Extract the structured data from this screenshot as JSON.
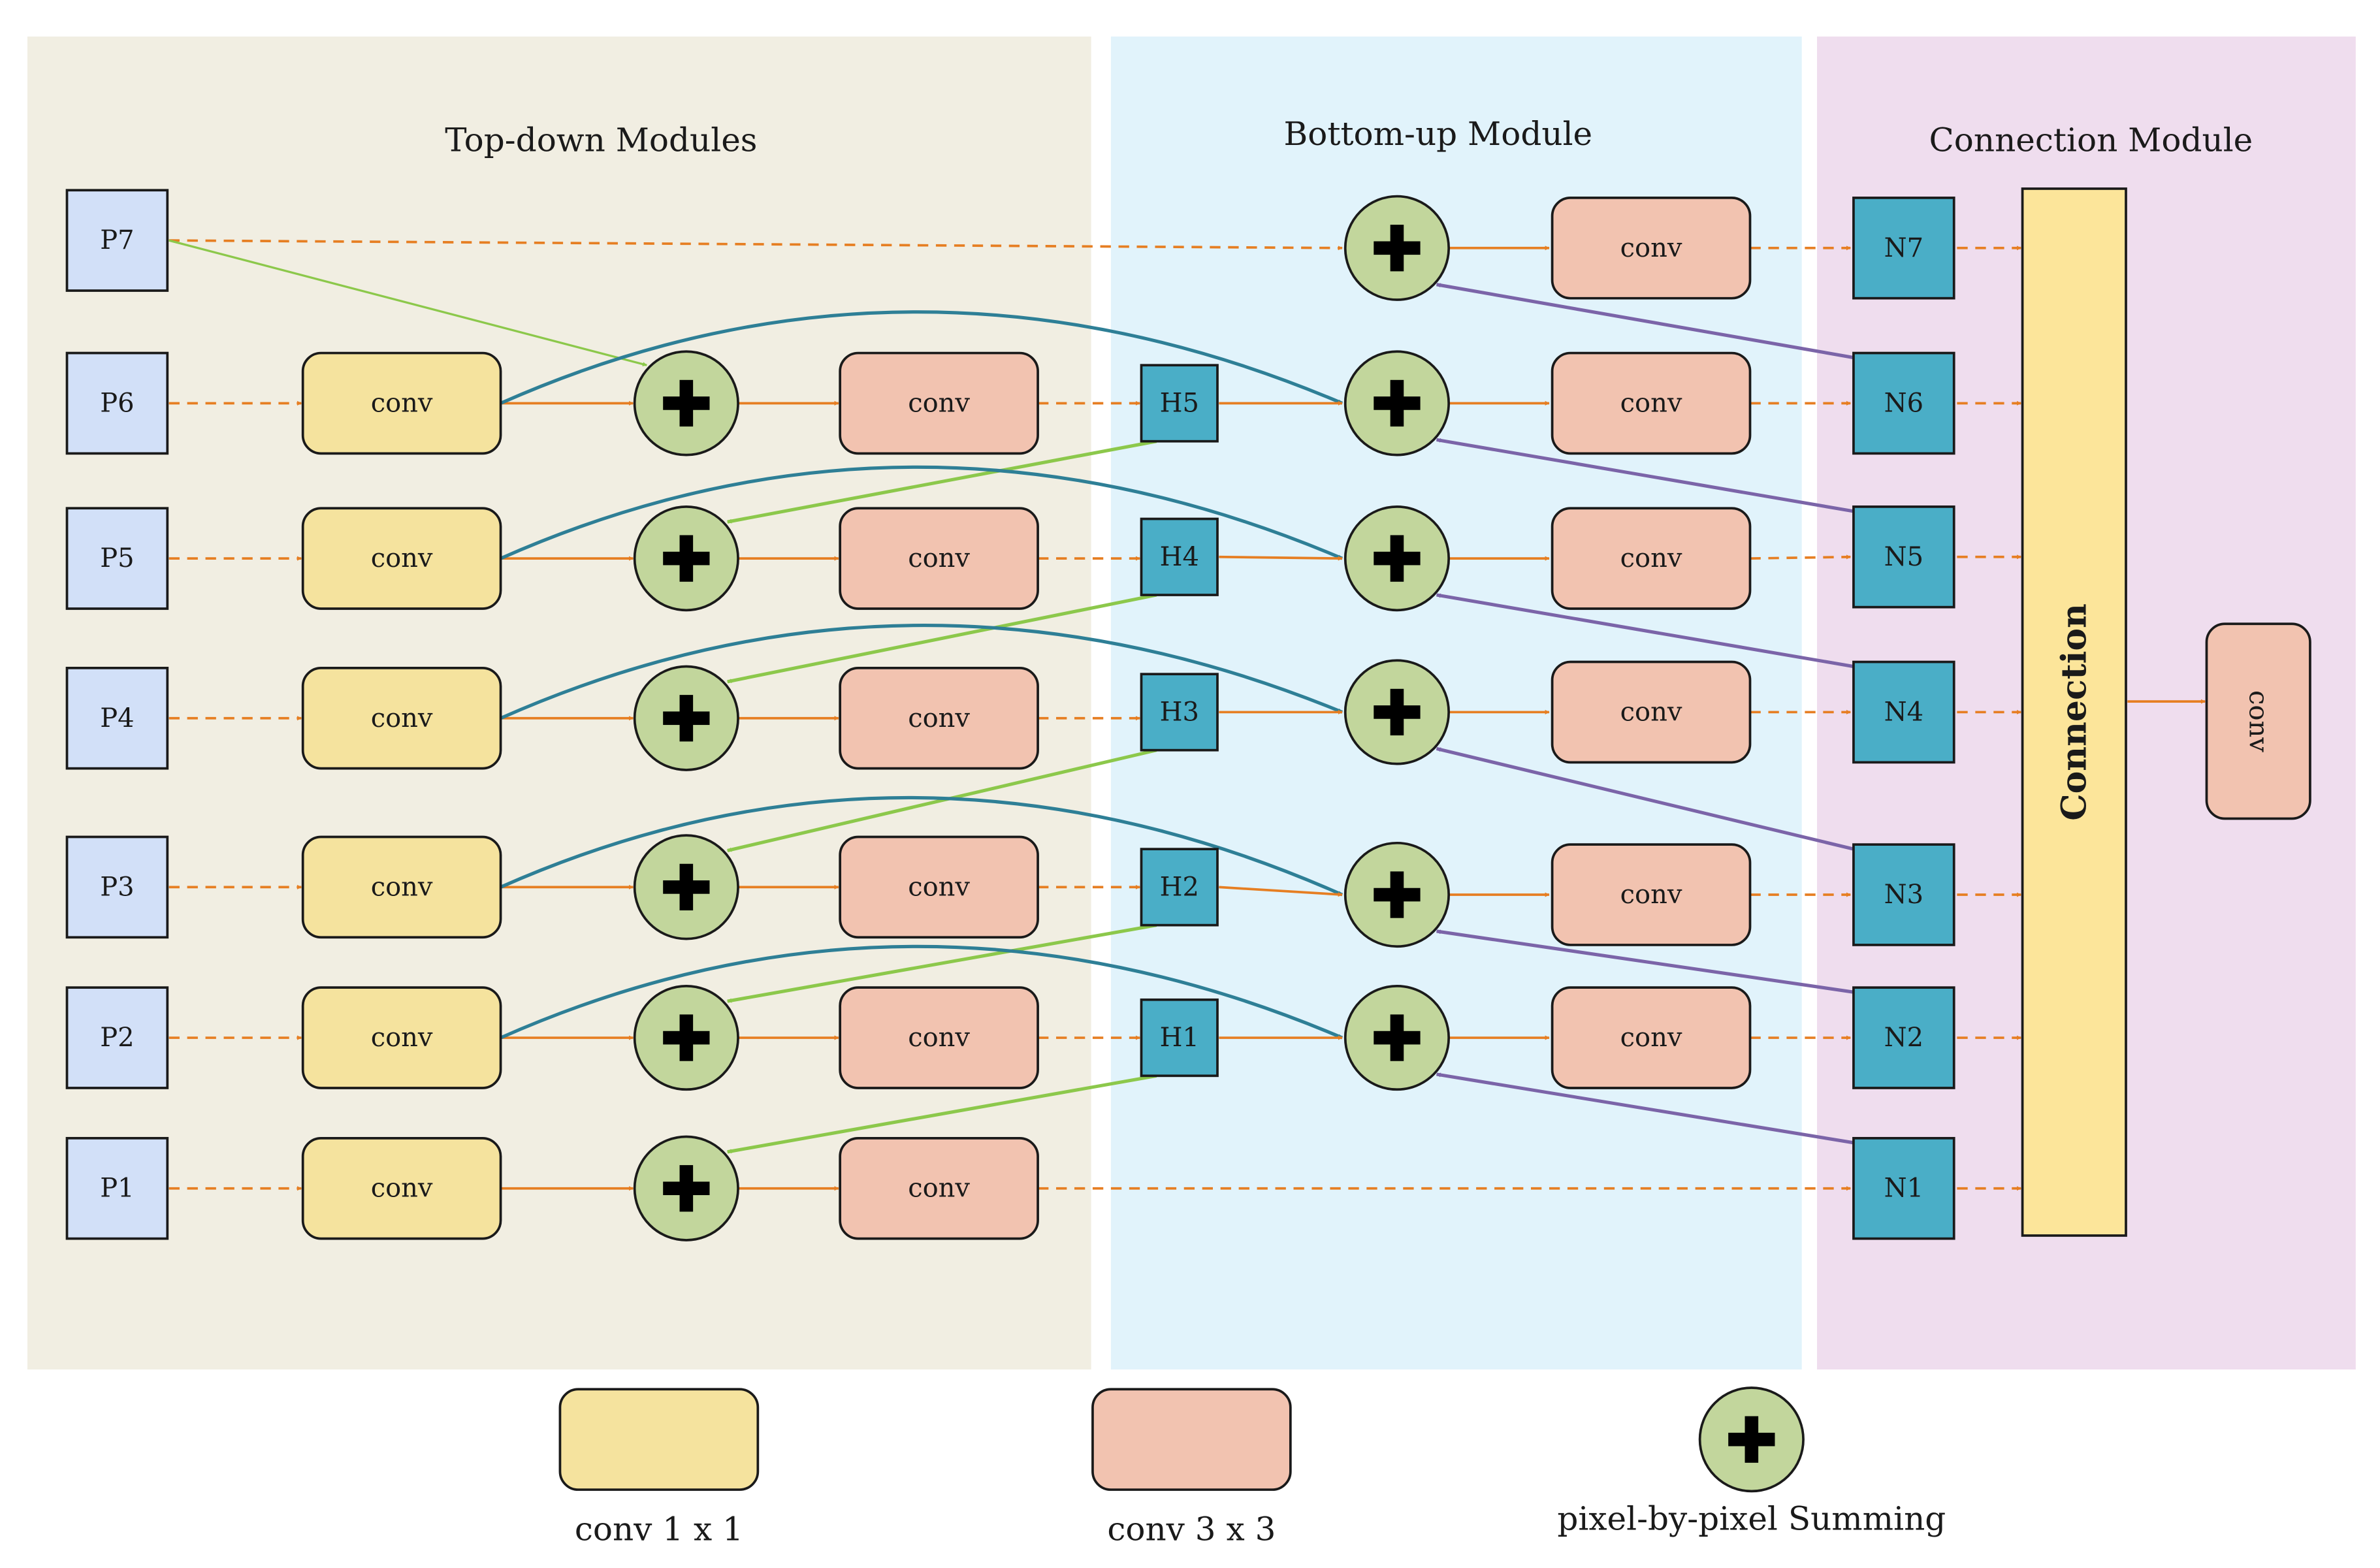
{
  "panels": [
    {
      "id": "top-down",
      "title": "Top-down Modules",
      "color": "#f1eee2"
    },
    {
      "id": "bottom-up",
      "title": "Bottom-up Module",
      "color": "#e1f3fb"
    },
    {
      "id": "connection",
      "title": "Connection Module",
      "color": "#efddee"
    }
  ],
  "node_labels": {
    "p": [
      "P7",
      "P6",
      "P5",
      "P4",
      "P3",
      "P2",
      "P1"
    ],
    "h": [
      "H5",
      "H4",
      "H3",
      "H2",
      "H1"
    ],
    "n": [
      "N7",
      "N6",
      "N5",
      "N4",
      "N3",
      "N2",
      "N1"
    ],
    "conv": "conv",
    "connection": "Connection"
  },
  "legend": [
    {
      "kind": "conv1",
      "label": "conv 1 x 1"
    },
    {
      "kind": "conv3",
      "label": "conv 3 x 3"
    },
    {
      "kind": "sum",
      "label": "pixel-by-pixel Summing"
    }
  ],
  "colors": {
    "p_node": "#d2e0f8",
    "h_n_node": "#4aaec7",
    "conv1": "#f5e39e",
    "conv3": "#f2c3b0",
    "sum": "#c2d69c",
    "connection_bar": "#fce59a",
    "orange_arrow": "#e67e22",
    "teal_arrow": "#2e7f96",
    "green_arrow": "#8cc84b",
    "purple_arrow": "#7b64a8"
  }
}
